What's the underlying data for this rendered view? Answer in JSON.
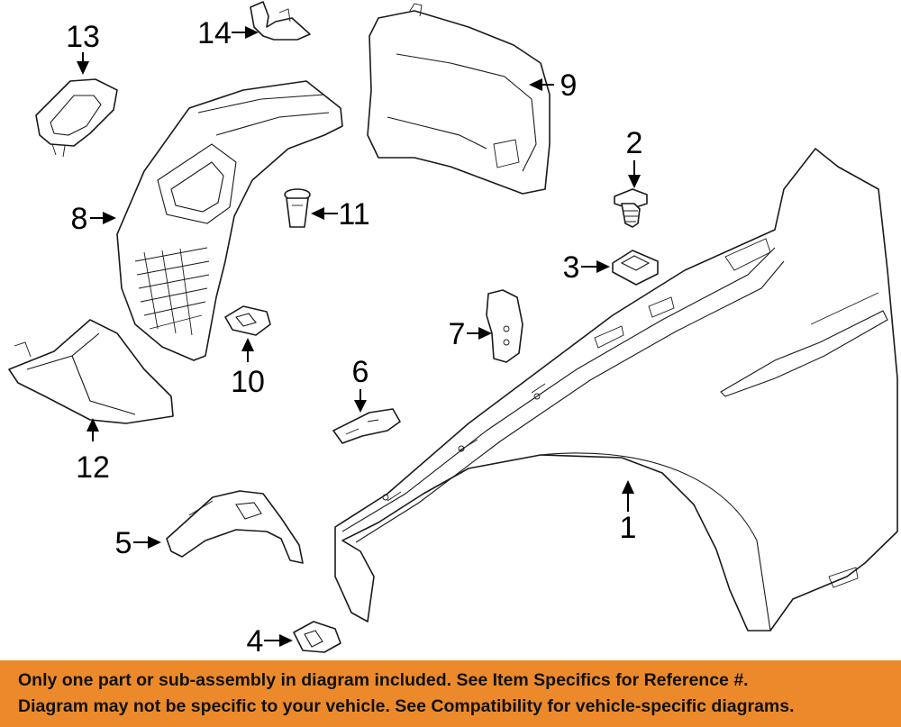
{
  "callouts": {
    "c1": "1",
    "c2": "2",
    "c3": "3",
    "c4": "4",
    "c5": "5",
    "c6": "6",
    "c7": "7",
    "c8": "8",
    "c9": "9",
    "c10": "10",
    "c11": "11",
    "c12": "12",
    "c13": "13",
    "c14": "14"
  },
  "banner": {
    "line1": "Only one part or sub-assembly in diagram included. See Item Specifics for Reference #.",
    "line2": "Diagram may not be specific to your vehicle. See Compatibility for vehicle-specific diagrams.",
    "background": "#ec8a2b"
  }
}
